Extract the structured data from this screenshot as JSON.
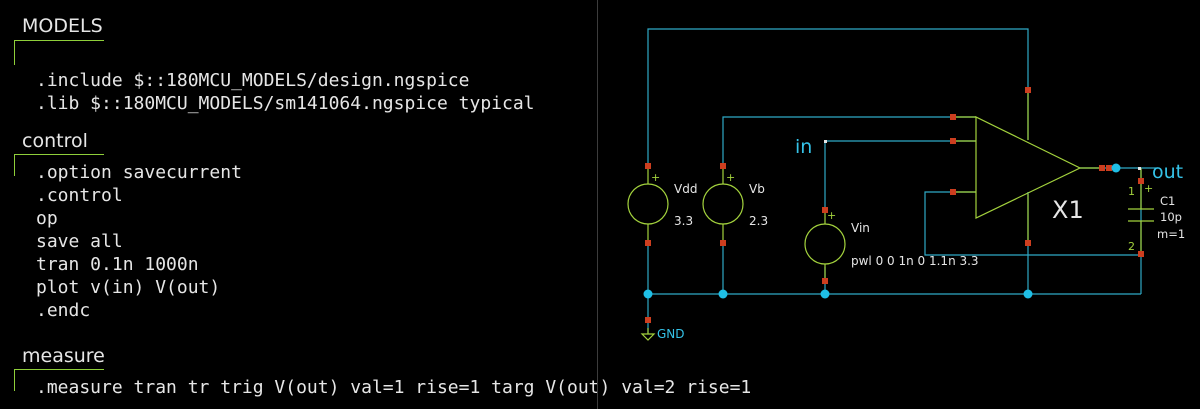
{
  "models": {
    "title": "MODELS",
    "lines": [
      ".include $::180MCU_MODELS/design.ngspice",
      ".lib $::180MCU_MODELS/sm141064.ngspice typical"
    ]
  },
  "control": {
    "title": "control",
    "lines": [
      ".option savecurrent",
      ".control",
      "op",
      "save all",
      "tran 0.1n 1000n",
      "plot v(in) V(out)",
      ".endc"
    ]
  },
  "measure": {
    "title": "measure",
    "lines": [
      ".measure tran tr trig V(out) val=1 rise=1 targ V(out) val=2 rise=1"
    ]
  },
  "schematic": {
    "vdd": {
      "name": "Vdd",
      "value": "3.3"
    },
    "vb": {
      "name": "Vb",
      "value": "2.3"
    },
    "vin": {
      "name": "Vin",
      "value": "pwl 0 0 1n 0 1.1n 3.3"
    },
    "opamp": {
      "name": "X1"
    },
    "cap": {
      "name": "C1",
      "value": "10p",
      "mult": "m=1",
      "pin1": "1",
      "pin2": "2"
    },
    "net_in": "in",
    "net_out": "out",
    "gnd": "GND",
    "plus_sign": "+"
  },
  "colors": {
    "wire": "#2fa9c6",
    "component": "#a3d23d",
    "pin": "#cc3e1f",
    "node": "#1fbfe6",
    "label_cyan": "#35c3e8",
    "text": "#e6e6e6",
    "background": "#000000"
  }
}
